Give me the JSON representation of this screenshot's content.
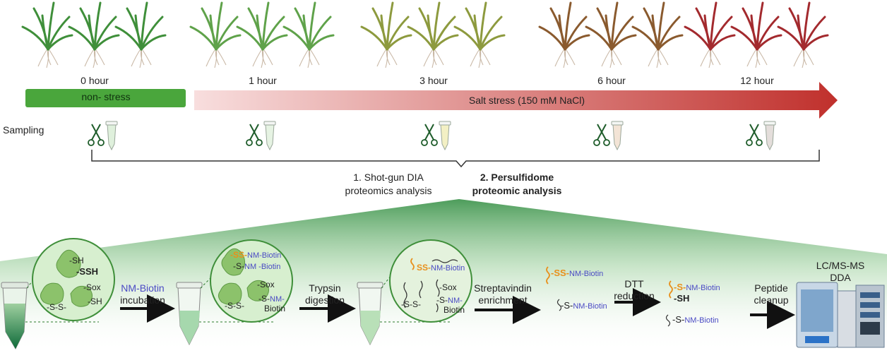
{
  "timepoints": [
    {
      "label": "0 hour",
      "leaf_color": "#3f8f3a"
    },
    {
      "label": "1 hour",
      "leaf_color": "#5fa24a"
    },
    {
      "label": "3 hour",
      "leaf_color": "#8d9a3e"
    },
    {
      "label": "6 hour",
      "leaf_color": "#8a5a2e"
    },
    {
      "label": "12 hour",
      "leaf_color": "#a32a2e"
    }
  ],
  "conditions": {
    "non_stress": "non- stress",
    "salt_stress": "Salt stress (150 mM NaCl)"
  },
  "sampling_label": "Sampling",
  "analyses": {
    "dia_line1": "1.  Shot-gun DIA",
    "dia_line2": "proteomics analysis",
    "persulf_line1": "2. Persulfidome",
    "persulf_line2": "proteomic analysis"
  },
  "workflow": {
    "step1_reagent": "NM-Biotin",
    "step1_action": "incubation",
    "step2_line1": "Trypsin",
    "step2_line2": "digestion",
    "step3_line1": "Streptavindin",
    "step3_line2": "enrichment",
    "step4_line1": "DTT",
    "step4_line2": "reduction",
    "step5_line1": "Peptide",
    "step5_line2": "cleanup",
    "instrument_line1": "LC/MS-MS",
    "instrument_line2": "DDA"
  },
  "circle1": {
    "sh": "-SH",
    "ssh": "-SSH",
    "sox": "-Sox",
    "ss": "-S-S-",
    "sh2": "-SH"
  },
  "circle2": {
    "ss_prefix": "-SS-",
    "nm1": "NM-Biotin",
    "s_prefix": "-S-",
    "nm2": "NM -Biotin",
    "sox": "-Sox",
    "ss": "-S-S-",
    "s2": "-S-",
    "nm3": "NM-",
    "biotin": "Biotin"
  },
  "circle3": {
    "ss_prefix": "SS-",
    "nm1": "NM-Biotin",
    "sox": "-Sox",
    "ss": "-S-S-",
    "s2": "-S-",
    "nm3": "NM-",
    "biotin": "Biotin"
  },
  "enriched": {
    "ss_prefix": "-SS-",
    "nm1": "NM-Biotin",
    "s_prefix": "-S-",
    "nm2": "NM-Biotin"
  },
  "reduced": {
    "s_prefix": "-S-",
    "nm1": "NM-Biotin",
    "sh": "-SH",
    "s2_prefix": "-S-",
    "nm2": "NM-Biotin"
  },
  "colors": {
    "non_stress_bar": "#4aa63c",
    "stress_start": "#f6d7d7",
    "stress_end": "#c0302c",
    "accent_orange": "#e8901c",
    "accent_blue": "#4a4ac4",
    "fan_green": "#5aa85a"
  }
}
